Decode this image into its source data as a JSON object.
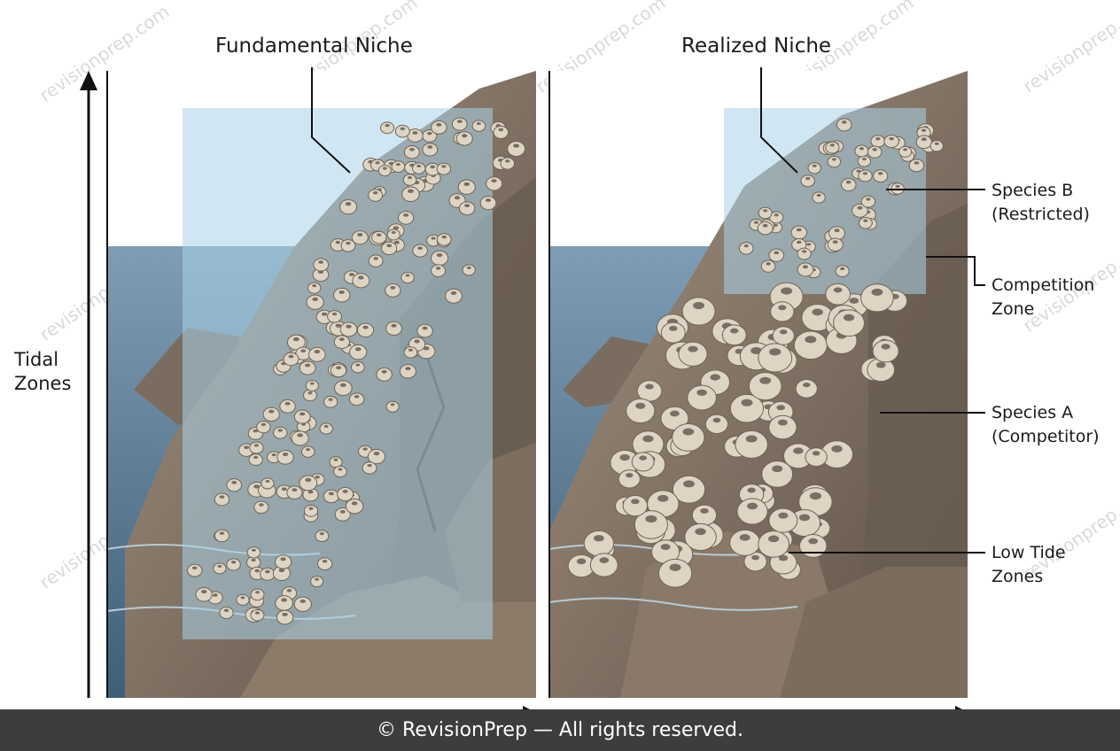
{
  "titles": {
    "left": "Fundamental Niche",
    "right": "Realized Niche"
  },
  "axis": {
    "y_label_line1": "Tidal",
    "y_label_line2": "Zones"
  },
  "labels": {
    "species_b_line1": "Species B",
    "species_b_line2": "(Restricted)",
    "competition_line1": "Competition",
    "competition_line2": "Zone",
    "species_a_line1": "Species A",
    "species_a_line2": "(Competitor)",
    "low_tide_line1": "Low Tide",
    "low_tide_line2": "Zones"
  },
  "footer": "© RevisionPrep — All rights reserved.",
  "watermark": "revisionprep.com",
  "colors": {
    "sky": "#ffffff",
    "sea": "#6d8fa8",
    "rock": "#8c7b69",
    "rock_dark": "#5c5045",
    "niche_overlay": "#a9d3ea",
    "barnacle": "#ddd4c4",
    "footer_bg": "#3d3d3f"
  }
}
